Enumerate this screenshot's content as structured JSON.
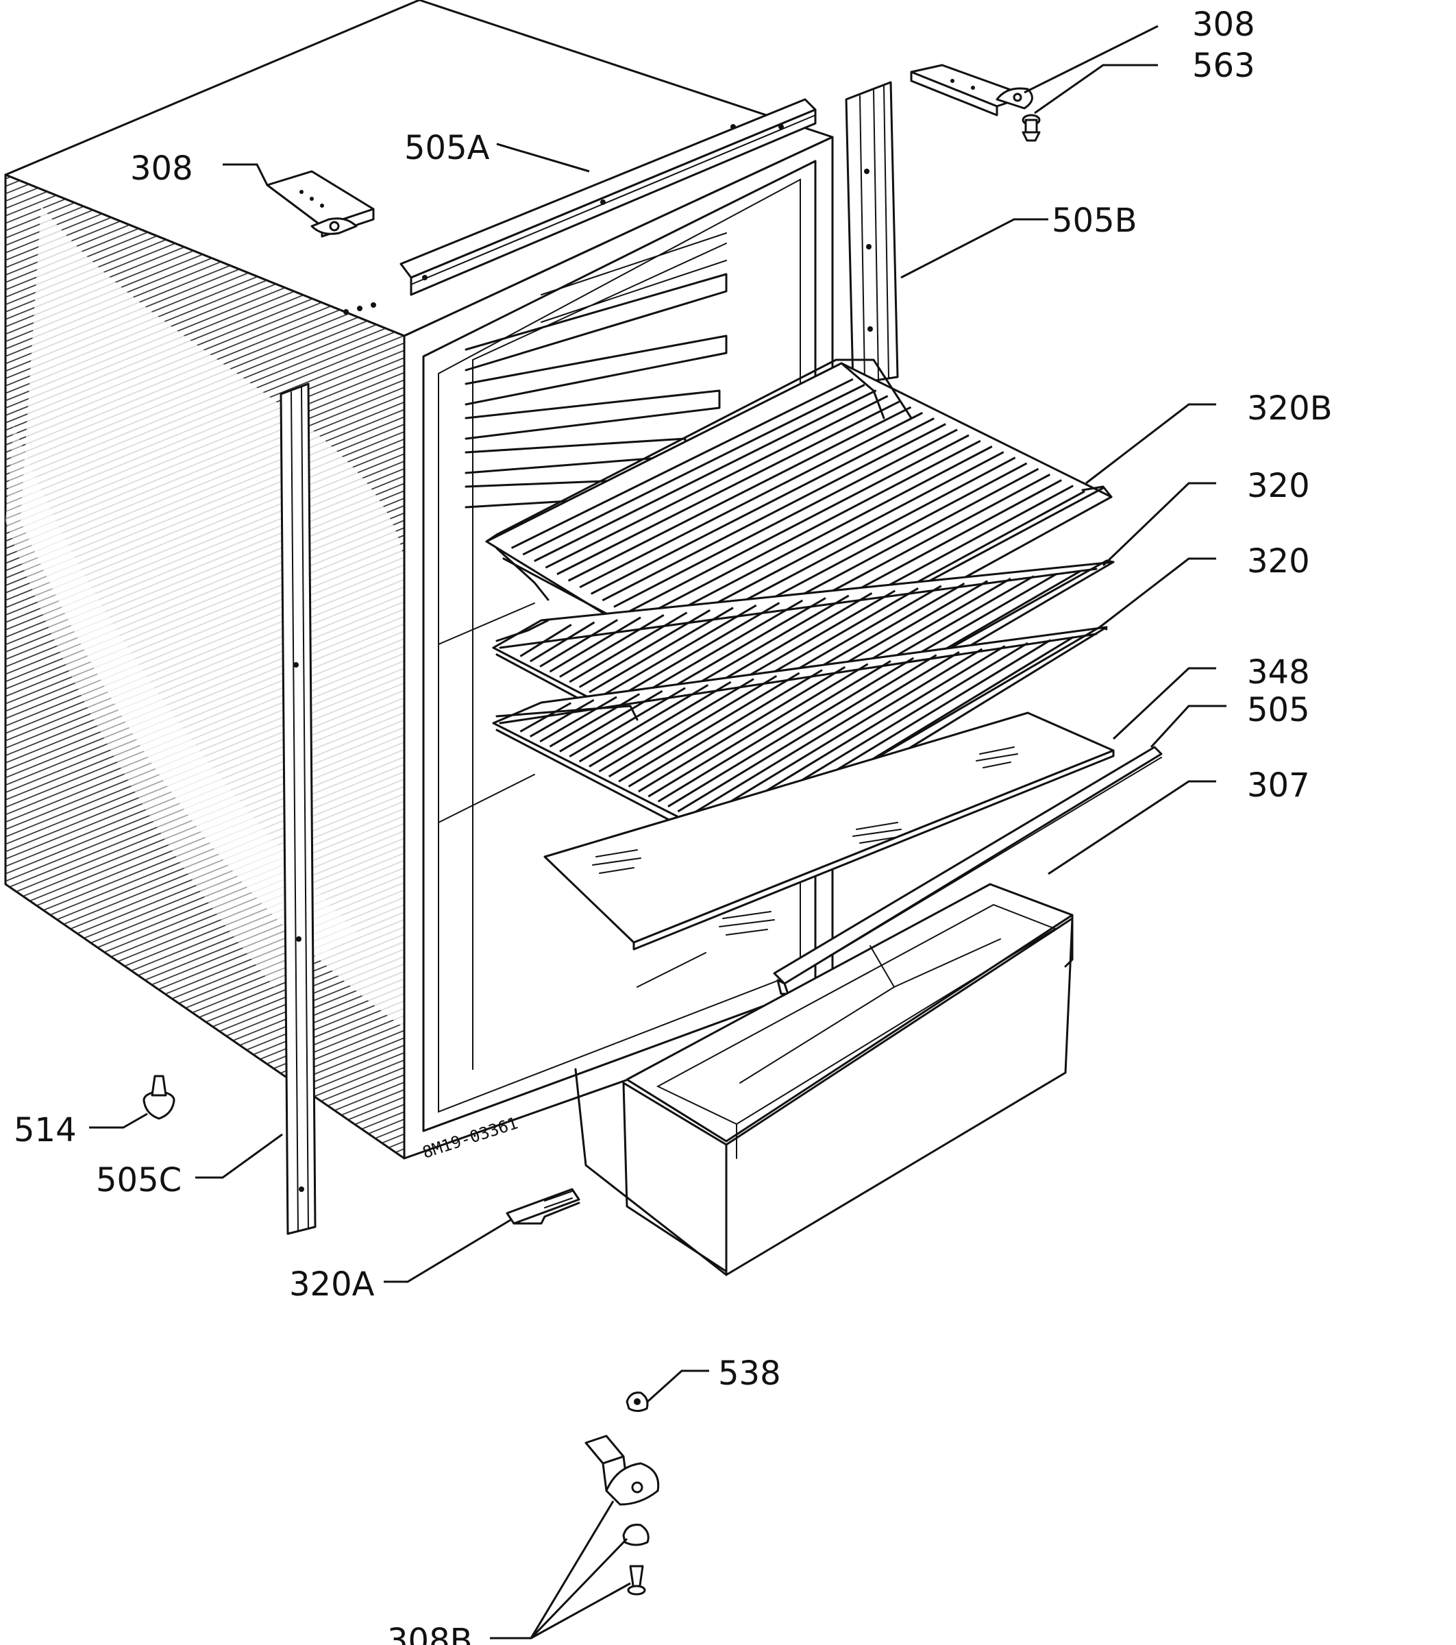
{
  "diagram": {
    "drawing_code": "8M19-03361",
    "callouts": {
      "hinge_top_right": "308",
      "pin_top_right": "563",
      "hinge_top_left": "308",
      "seal_top": "505A",
      "seal_right": "505B",
      "shelf_top": "320B",
      "shelf_middle": "320",
      "shelf_lower": "320",
      "glass_shelf": "348",
      "glass_trim": "505",
      "crisper": "307",
      "foot": "514",
      "seal_left": "505C",
      "shelf_support": "320A",
      "cap": "538",
      "hinge_bottom": "308B"
    }
  }
}
